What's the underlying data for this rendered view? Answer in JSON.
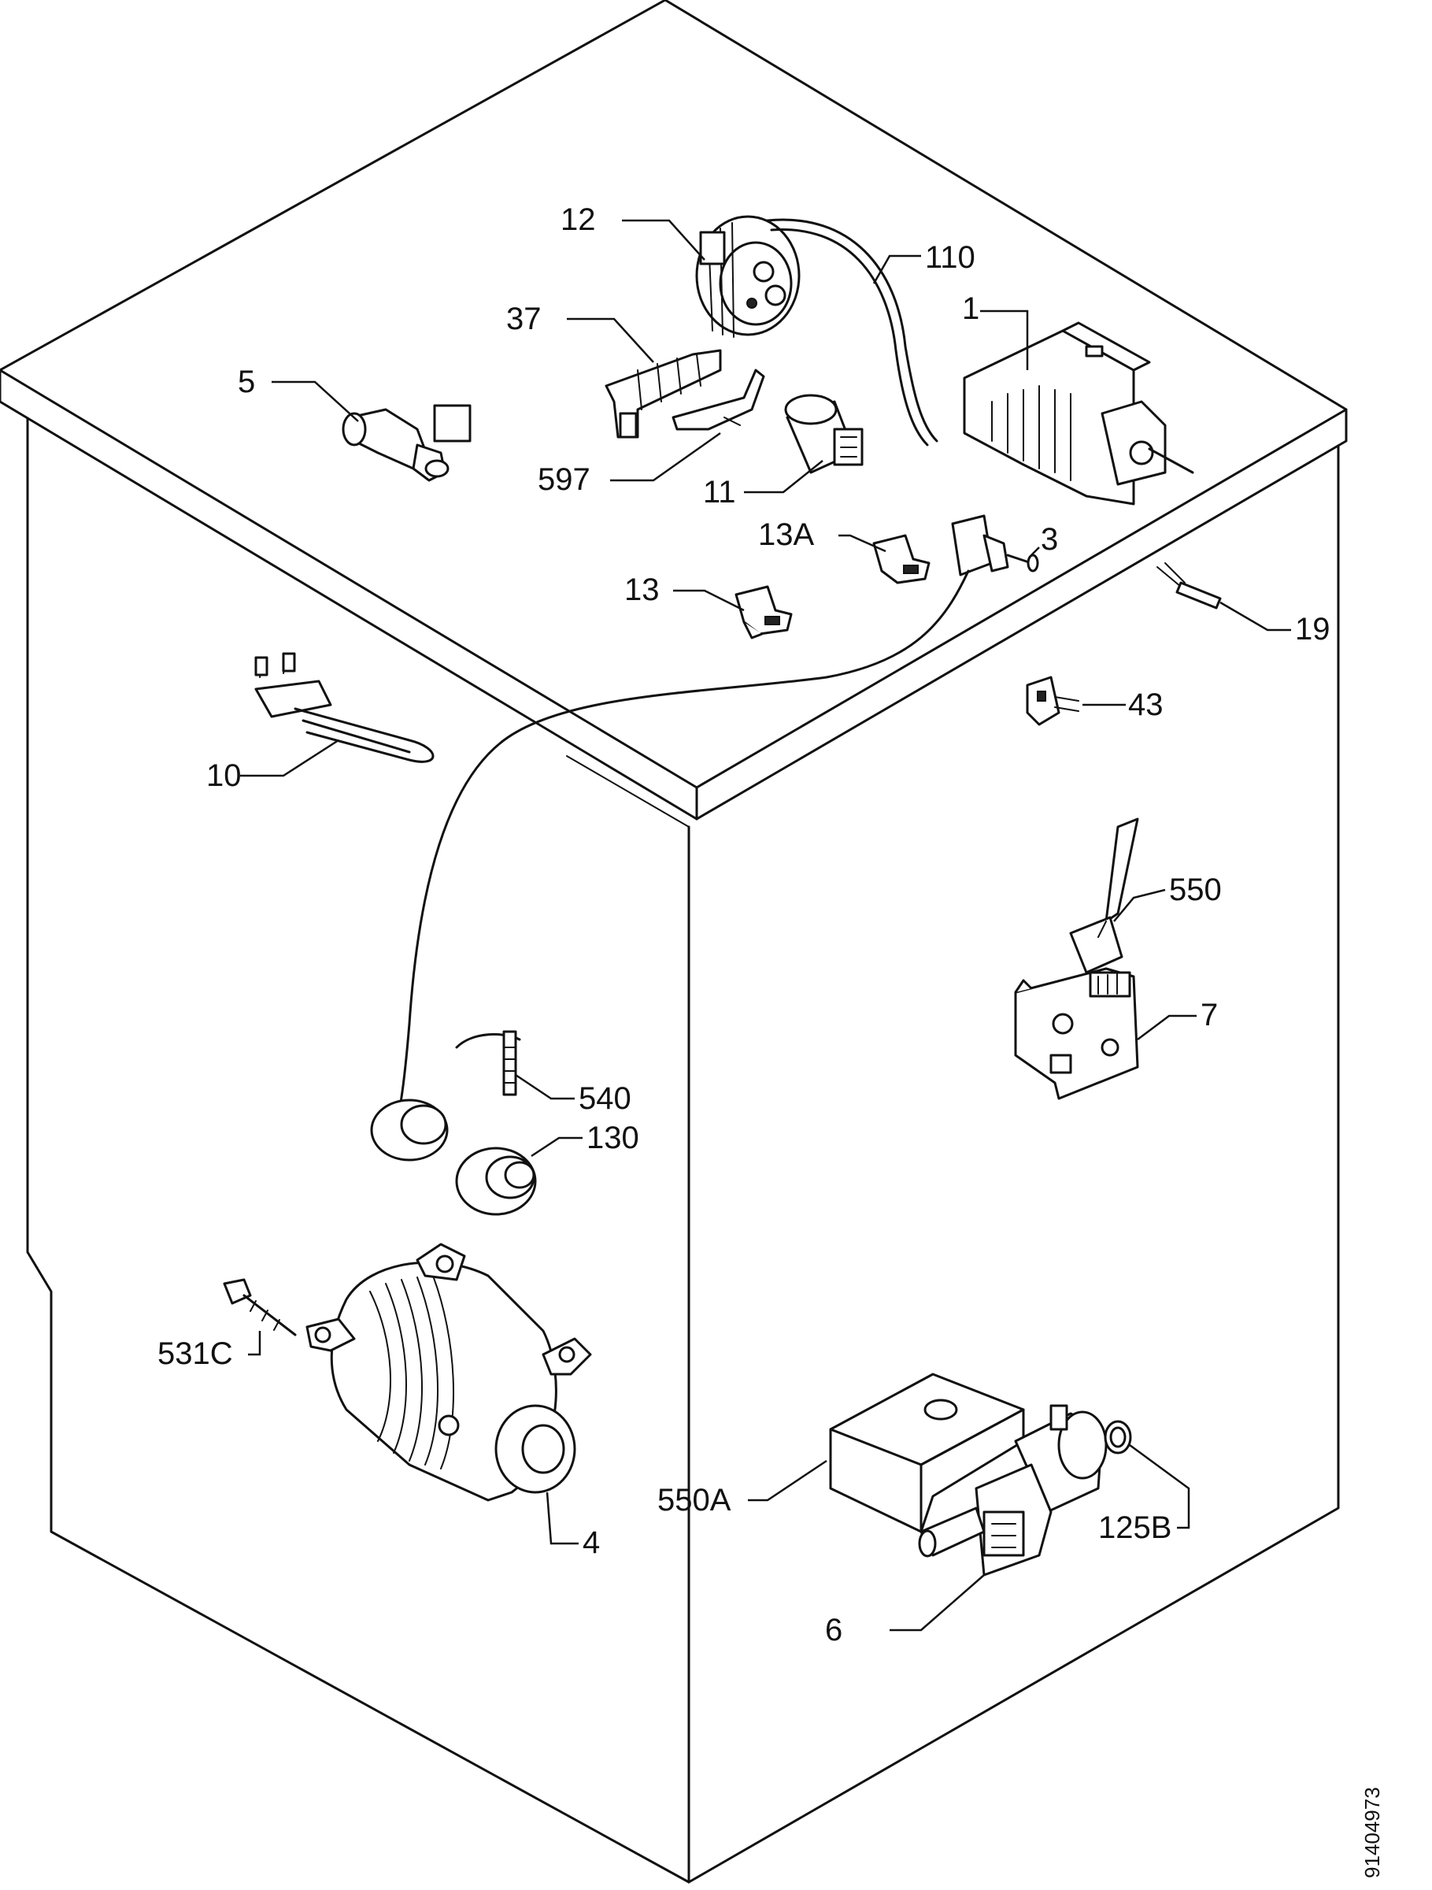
{
  "drawing_id": "91404973",
  "labels": {
    "p1": "1",
    "p3": "3",
    "p4": "4",
    "p5": "5",
    "p6": "6",
    "p7": "7",
    "p10": "10",
    "p11": "11",
    "p12": "12",
    "p13": "13",
    "p13a": "13A",
    "p19": "19",
    "p37": "37",
    "p43": "43",
    "p110": "110",
    "p125b": "125B",
    "p130": "130",
    "p531c": "531C",
    "p540": "540",
    "p550": "550",
    "p550a": "550A",
    "p597": "597"
  }
}
